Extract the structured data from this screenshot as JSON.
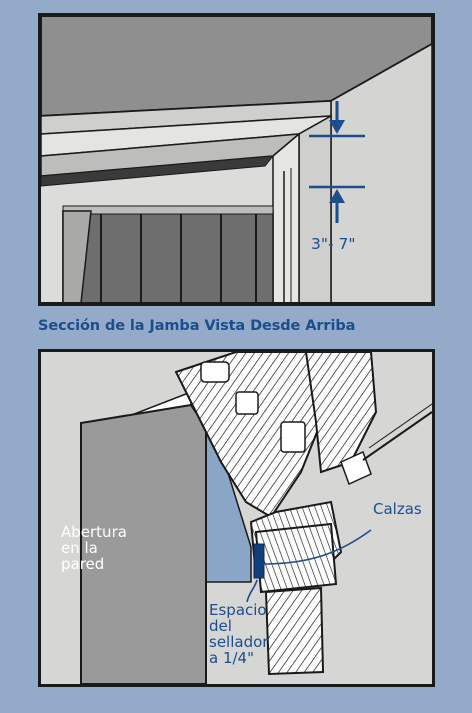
{
  "top_diagram": {
    "dimension_label": "3\"- 7\""
  },
  "section_title": "Sección de la Jamba Vista Desde Arriba",
  "bottom_diagram": {
    "opening_label": [
      "Abertura",
      "en la",
      "pared"
    ],
    "shims_label": "Calzas",
    "sealant_label": [
      "Espacio",
      "del",
      "sellador",
      "a 1/4\""
    ]
  },
  "colors": {
    "background": "#93abc9",
    "panel": "#d8d8d6",
    "accent_blue": "#1c4d8c",
    "wall_gray": "#9a9a9a",
    "sealant_blue": "#8aa6c6"
  }
}
